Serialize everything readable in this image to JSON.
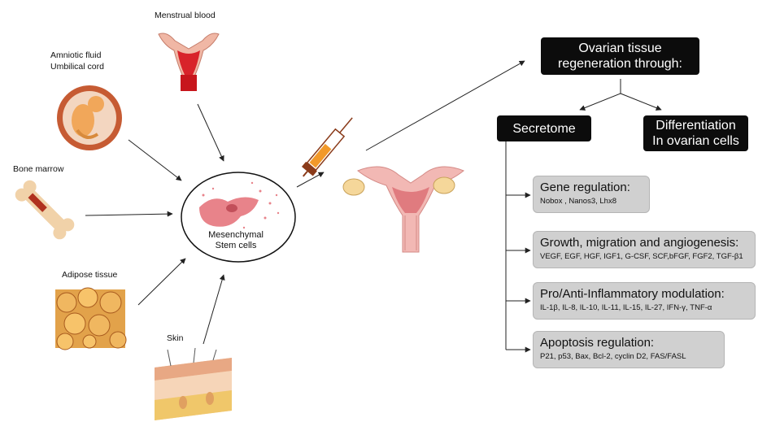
{
  "sources": {
    "menstrual_blood": "Menstrual blood",
    "amniotic_fluid": "Amniotic fluid",
    "umbilical_cord": "Umbilical cord",
    "bone_marrow": "Bone marrow",
    "adipose_tissue": "Adipose tissue",
    "skin": "Skin"
  },
  "center": {
    "line1": "Mesenchymal",
    "line2": "Stem cells"
  },
  "regeneration": {
    "line1": "Ovarian tissue",
    "line2": "regeneration through:"
  },
  "secretome": "Secretome",
  "differentiation": {
    "line1": "Differentiation",
    "line2": "In ovarian cells"
  },
  "mechanisms": [
    {
      "title": "Gene regulation:",
      "detail": "Nobox , Nanos3, Lhx8"
    },
    {
      "title": "Growth, migration and angiogenesis:",
      "detail": "VEGF, EGF, HGF, IGF1, G-CSF, SCF,bFGF, FGF2, TGF-β1"
    },
    {
      "title": "Pro/Anti-Inflammatory modulation:",
      "detail": "IL-1β, IL-8, IL-10, IL-11, IL-15, IL-27, IFN-γ, TNF-α"
    },
    {
      "title": "Apoptosis regulation:",
      "detail": "P21, p53, Bax, Bcl-2, cyclin D2, FAS/FASL"
    }
  ],
  "colors": {
    "dark_box": "#0c0c0c",
    "gray_box": "#d0d0d0",
    "cell_pink": "#e8838a",
    "uterus_pink": "#f2b8b4",
    "arrow": "#222222"
  },
  "icons": [
    "uterus-menstrual-icon",
    "fetus-icon",
    "bone-icon",
    "adipose-cells-icon",
    "skin-layers-icon",
    "syringe-icon",
    "uterus-ovaries-icon",
    "stem-cell-icon"
  ]
}
